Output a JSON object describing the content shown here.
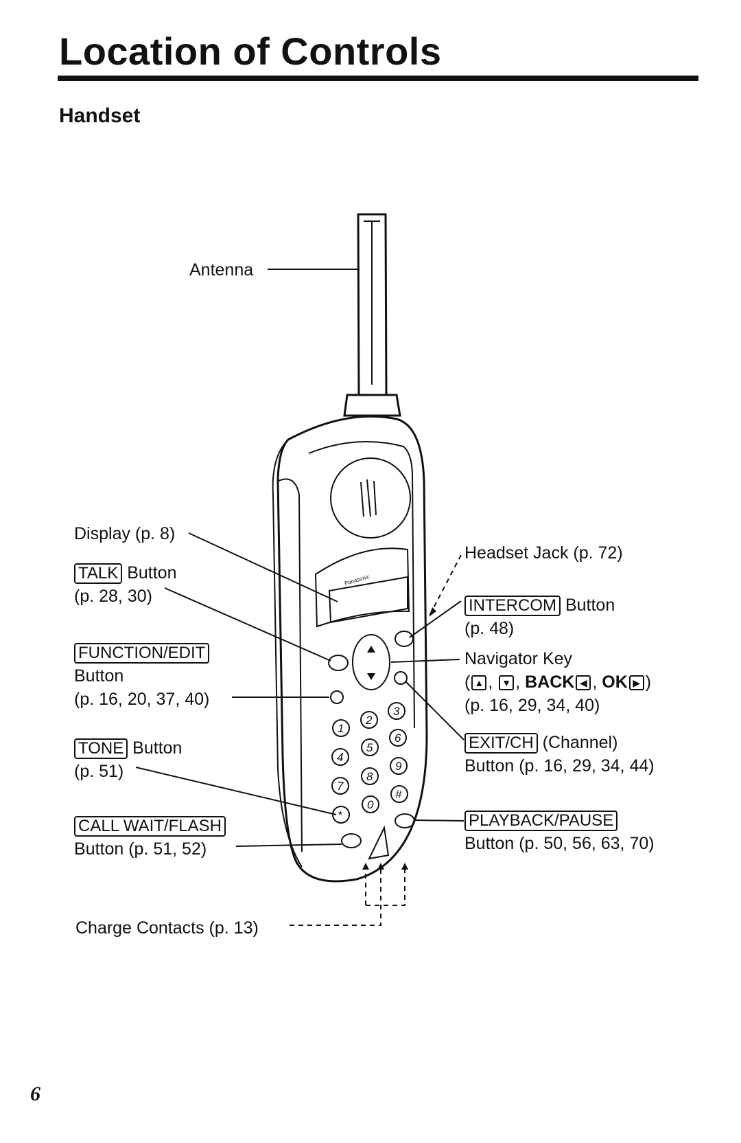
{
  "page": {
    "title": "Location of Controls",
    "section": "Handset",
    "page_number": "6"
  },
  "phone": {
    "brand": "Panasonic",
    "keypad": [
      "1",
      "2",
      "3",
      "4",
      "5",
      "6",
      "7",
      "8",
      "9",
      "*",
      "0",
      "#"
    ]
  },
  "labels": {
    "antenna": "Antenna",
    "display": "Display (p. 8)",
    "talk_key": "TALK",
    "talk_suffix": " Button",
    "talk_pages": "(p. 28, 30)",
    "function_key": "FUNCTION/EDIT",
    "function_line2": "Button",
    "function_pages": "(p. 16, 20, 37, 40)",
    "tone_key": "TONE",
    "tone_suffix": " Button",
    "tone_pages": "(p. 51)",
    "callwait_key": "CALL WAIT/FLASH",
    "callwait_pages": "Button (p. 51, 52)",
    "charge": "Charge Contacts (p. 13)",
    "headset": "Headset Jack (p. 72)",
    "intercom_key": "INTERCOM",
    "intercom_suffix": " Button",
    "intercom_pages": "(p. 48)",
    "navigator": "Navigator Key",
    "nav_back": "BACK",
    "nav_ok": "OK",
    "navigator_pages": "(p. 16, 29, 34, 40)",
    "exit_key": "EXIT/CH",
    "exit_suffix": " (Channel)",
    "exit_pages": "Button (p. 16, 29, 34, 44)",
    "playback_key": "PLAYBACK/PAUSE",
    "playback_pages": "Button (p. 50, 56, 63, 70)"
  }
}
